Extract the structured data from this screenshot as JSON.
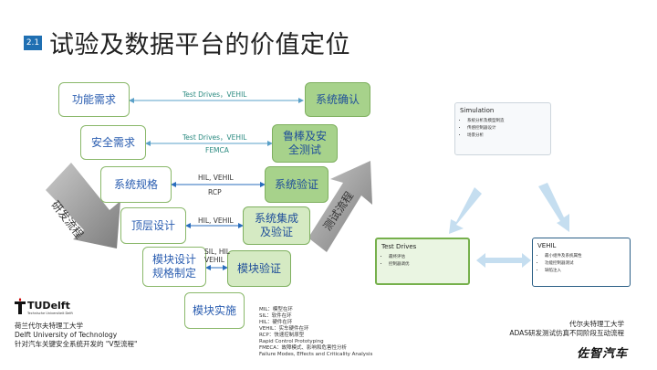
{
  "header": {
    "badge": "2.1",
    "title": "试验及数据平台的价值定位"
  },
  "v_model": {
    "left_boxes": [
      "功能需求",
      "安全需求",
      "系统规格",
      "顶层设计",
      "模块设计\n规格制定"
    ],
    "right_boxes": [
      "系统确认",
      "鲁棒及安\n全测试",
      "系统验证",
      "系统集成\n及验证",
      "模块验证"
    ],
    "bottom_box": "模块实施",
    "links": [
      {
        "l1": "Test Drives，VEHIL",
        "l2": ""
      },
      {
        "l1": "Test Drives，VEHIL",
        "l2": "FEMCA"
      },
      {
        "l1": "HIL, VEHIL",
        "l2": "RCP"
      },
      {
        "l1": "HIL, VEHIL",
        "l2": ""
      },
      {
        "l1": "SIL, HIL\nVEHIL",
        "l2": ""
      }
    ],
    "dev_flow": "研发流程",
    "test_flow": "测试流程"
  },
  "legend": "MIL：模型在环\nSIL：软件在环\nHIL：硬件在环\nVEHIL：实车硬件在环\nRCP：快速控制原型\nRapid Control Prototyping\nFMECA：故障模式、影响和危害性分析\nFailure Modes, Effects and Criticality Analysis",
  "left_caption": {
    "logo": "TUDelft",
    "logo_sub": "Technische Universiteit Delft",
    "line1": "荷兰代尔夫特理工大学",
    "line2": "Delft University of Technology",
    "line3": "针对汽车关键安全系统开发的 \"V型流程\""
  },
  "right_diagram": {
    "simulation": {
      "title": "Simulation",
      "items": [
        "系统分析及模型制造",
        "传感控制器设计",
        "场景分析"
      ]
    },
    "test_drives": {
      "title": "Test Drives",
      "items": [
        "最终评估",
        "控制器调优"
      ]
    },
    "vehil": {
      "title": "VEHIL",
      "items": [
        "最小组件及系统属性",
        "功能控制器测试",
        "缺陷注入"
      ]
    }
  },
  "right_caption": {
    "line1": "代尔夫特理工大学",
    "line2": "ADAS研发测试仿真不同阶段互动流程"
  },
  "brand": "佐智汽车",
  "colors": {
    "box_fill": "#a7d28b",
    "box_border": "#8ab86a",
    "text_blue": "#2a5db0",
    "badge": "#1f6fb2"
  }
}
